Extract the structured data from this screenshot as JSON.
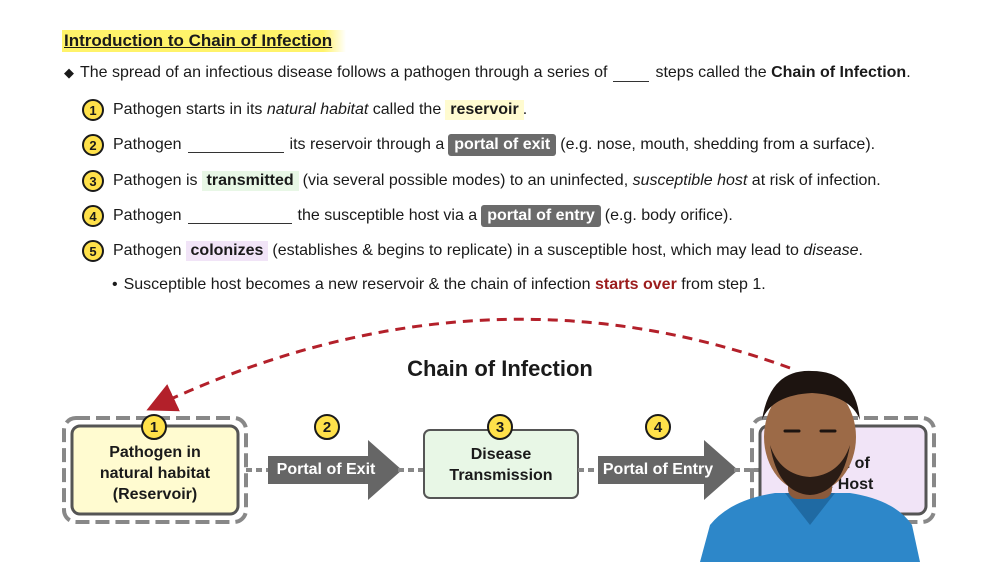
{
  "title": "Introduction to Chain of Infection",
  "intro": {
    "text_before": "The spread of an infectious disease follows a pathogen through a series of",
    "text_middle": "steps called the",
    "bold": "Chain of Infection",
    "end": "."
  },
  "steps": [
    {
      "num": "1",
      "a": "Pathogen starts in its",
      "italic": "natural habitat",
      "b": "called the",
      "hl": "reservoir",
      "c": "."
    },
    {
      "num": "2",
      "a": "Pathogen",
      "b": "its reservoir through a",
      "hl": "portal of exit",
      "c": "(e.g. nose, mouth, shedding from a surface)."
    },
    {
      "num": "3",
      "a": "Pathogen is",
      "hl": "transmitted",
      "b": "(via several possible modes) to an uninfected,",
      "italic": "susceptible host",
      "c": "at risk of infection."
    },
    {
      "num": "4",
      "a": "Pathogen",
      "b": "the susceptible host via a",
      "hl": "portal of entry",
      "c": "(e.g. body orifice)."
    },
    {
      "num": "5",
      "a": "Pathogen",
      "hl": "colonizes",
      "b": "(establishes & begins to replicate) in a susceptible host, which may lead to",
      "italic": "disease",
      "c": "."
    }
  ],
  "sub": {
    "a": "Susceptible host becomes a new reservoir & the chain of infection",
    "red": "starts over",
    "b": "from step 1."
  },
  "diagram": {
    "title": "Chain of Infection",
    "box1": {
      "num": "1",
      "line1": "Pathogen in",
      "line2": "natural habitat",
      "line3": "(Reservoir)"
    },
    "arrow2": {
      "num": "2",
      "label": "Portal of Exit"
    },
    "box3": {
      "num": "3",
      "line1": "Disease",
      "line2": "Transmission"
    },
    "arrow4": {
      "num": "4",
      "label": "Portal of Entry"
    },
    "box5": {
      "line1": "ation of",
      "line2": "le Host"
    }
  },
  "colors": {
    "badge": "#ffe14a",
    "box1_fill": "#fffbd0",
    "box3_fill": "#e8f7e6",
    "box5_fill": "#f1e4f7",
    "arrow_fill": "#666666",
    "curve": "#b3202a"
  }
}
